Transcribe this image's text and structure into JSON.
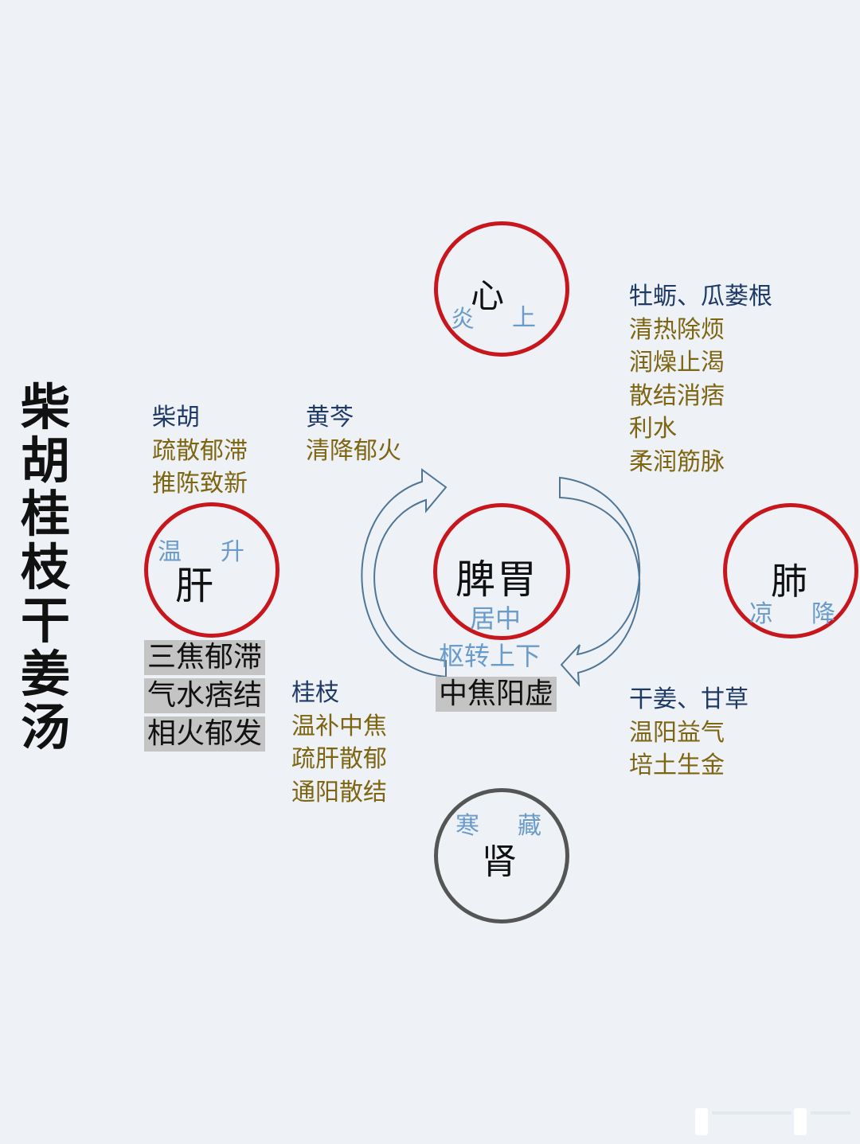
{
  "title": {
    "chars": [
      "柴",
      "胡",
      "桂",
      "枝",
      "干",
      "姜",
      "汤"
    ],
    "text": "柴胡桂枝干姜汤"
  },
  "organs": {
    "heart": {
      "name": "心",
      "qualities": [
        "炎",
        "上"
      ],
      "color": "#c8161d"
    },
    "liver": {
      "name": "肝",
      "qualities": [
        "温",
        "升"
      ],
      "color": "#c8161d"
    },
    "spleen_stomach": {
      "name": "脾胃",
      "qualities": [
        "居中",
        "枢转上下"
      ],
      "color": "#c8161d"
    },
    "lung": {
      "name": "肺",
      "qualities": [
        "凉",
        "降"
      ],
      "color": "#c8161d"
    },
    "kidney": {
      "name": "肾",
      "qualities": [
        "寒",
        "藏"
      ],
      "color": "#555555"
    }
  },
  "herbs": {
    "chaihu": {
      "name": "柴胡",
      "effects": [
        "疏散郁滞",
        "推陈致新"
      ]
    },
    "huangqin": {
      "name": "黄芩",
      "effects": [
        "清降郁火"
      ]
    },
    "muli_gualougen": {
      "name": "牡蛎、瓜蒌根",
      "effects": [
        "清热除烦",
        "润燥止渴",
        "散结消痞",
        "利水",
        "柔润筋脉"
      ]
    },
    "guizhi": {
      "name": "桂枝",
      "effects": [
        "温补中焦",
        "疏肝散郁",
        "通阳散结"
      ]
    },
    "ganjiang_gancao": {
      "name": "干姜、甘草",
      "effects": [
        "温阳益气",
        "培土生金"
      ]
    }
  },
  "pathology": {
    "liver_box": [
      "三焦郁滞",
      "气水痞结",
      "相火郁发"
    ],
    "middle_box": "中焦阳虚"
  },
  "colors": {
    "background": "#eef2f6",
    "organ_ring": "#c8161d",
    "kidney_ring": "#555555",
    "quality_text": "#6a9bc9",
    "herb_name": "#1f3a66",
    "effect_text": "#7d6512",
    "arrow_stroke": "#4f7696",
    "gray_box": "#c4c4c4"
  }
}
